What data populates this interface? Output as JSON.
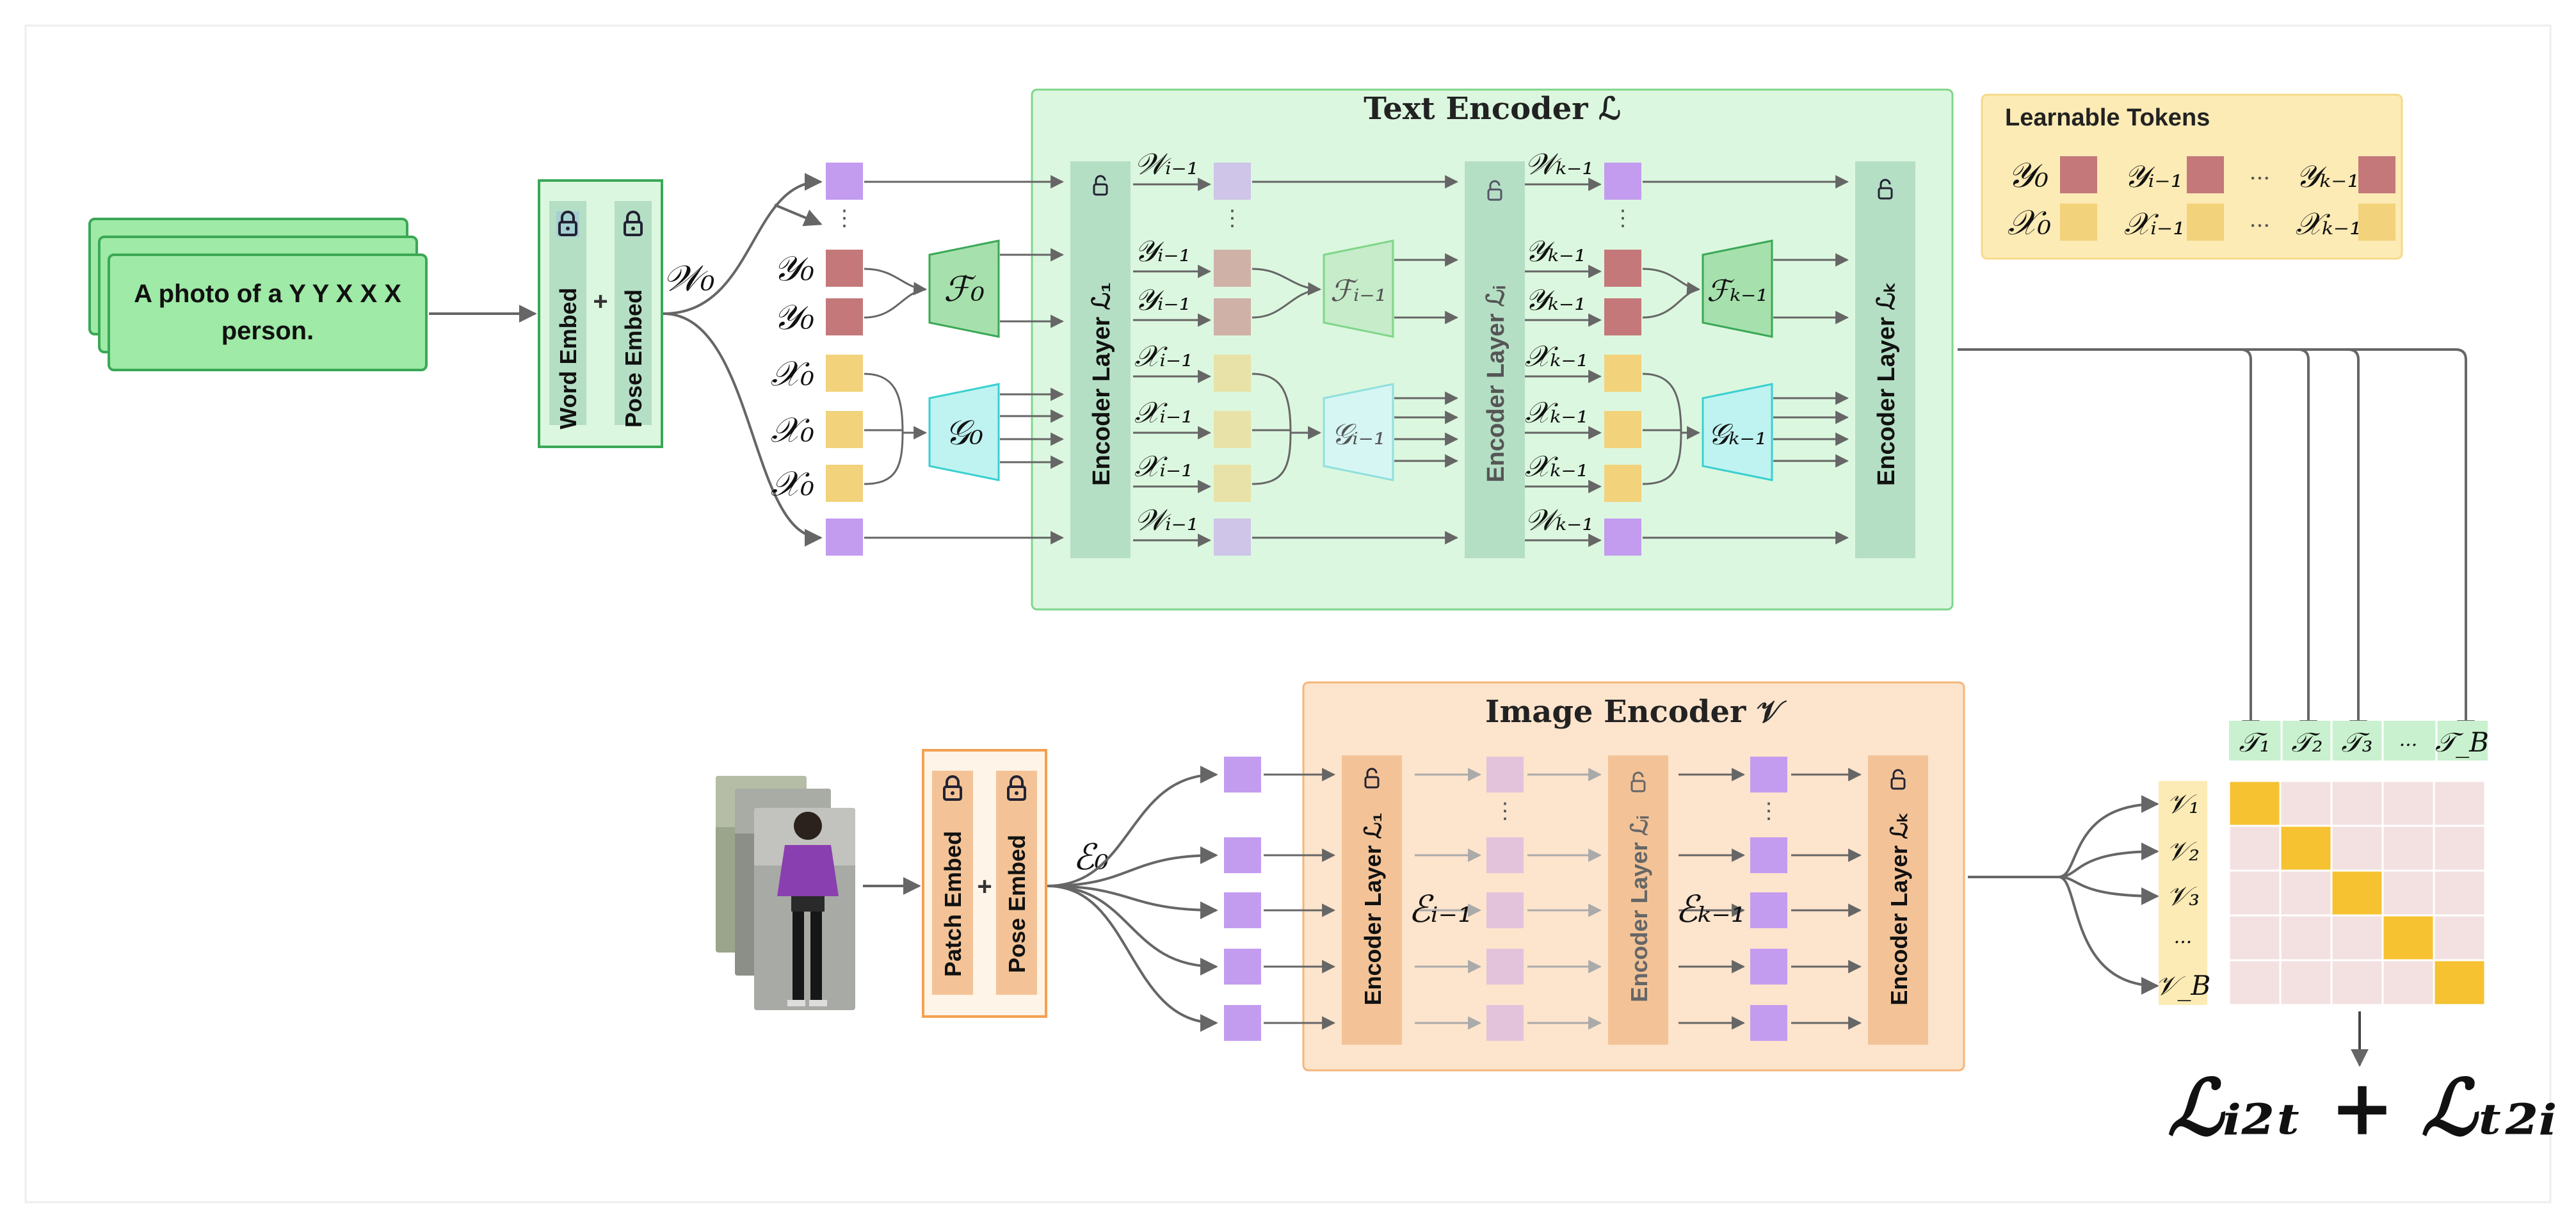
{
  "input_text": {
    "line1": "A photo of a Y Y X X X",
    "line2": "person."
  },
  "text_embed": {
    "word_label": "Word Embed",
    "plus": "+",
    "pose_label": "Pose Embed",
    "output": "𝒲₀"
  },
  "text_encoder": {
    "title": "Text Encoder ℒ",
    "layer_first": "Encoder Layer ℒ₁",
    "layer_mid": "Encoder Layer ℒᵢ",
    "layer_last": "Encoder Layer ℒₖ",
    "stage0": {
      "w": "𝒲₀",
      "y": "𝒴₀",
      "x": "𝒳₀",
      "f": "ℱ₀",
      "g": "𝒢₀"
    },
    "stage_i": {
      "w": "𝒲ᵢ₋₁",
      "y": "𝒴ᵢ₋₁",
      "x": "𝒳ᵢ₋₁",
      "f": "ℱᵢ₋₁",
      "g": "𝒢ᵢ₋₁"
    },
    "stage_k": {
      "w": "𝒲ₖ₋₁",
      "y": "𝒴ₖ₋₁",
      "x": "𝒳ₖ₋₁",
      "f": "ℱₖ₋₁",
      "g": "𝒢ₖ₋₁"
    },
    "vdots": "⋮"
  },
  "learnable_tokens": {
    "title": "Learnable Tokens",
    "y0": "𝒴₀",
    "yi": "𝒴ᵢ₋₁",
    "yk": "𝒴ₖ₋₁",
    "x0": "𝒳₀",
    "xi": "𝒳ᵢ₋₁",
    "xk": "𝒳ₖ₋₁",
    "dots": "···"
  },
  "image_embed": {
    "patch_label": "Patch Embed",
    "plus": "+",
    "pose_label": "Pose Embed",
    "output": "ℰ₀"
  },
  "image_encoder": {
    "title": "Image Encoder 𝒱",
    "layer_first": "Encoder Layer ℒ₁",
    "layer_mid": "Encoder Layer ℒᵢ",
    "layer_last": "Encoder Layer ℒₖ",
    "e_i": "ℰᵢ₋₁",
    "e_k": "ℰₖ₋₁",
    "vdots": "⋮"
  },
  "text_features": [
    "𝒯₁",
    "𝒯₂",
    "𝒯₃",
    "···",
    "𝒯_B"
  ],
  "image_features": [
    "𝒱₁",
    "𝒱₂",
    "𝒱₃",
    "···",
    "𝒱_B"
  ],
  "loss": "ℒᵢ₂ₜ + ℒₜ₂ᵢ",
  "colors": {
    "green_panel": "#dcf7df",
    "green_border": "#7fd68a",
    "green_box": "#9eeaa6",
    "orange_panel": "#fde4cc",
    "orange_border": "#f4b67a",
    "orange_layer": "#f3c397",
    "layer_green": "#b5dfc5",
    "purple": "#c39cf0",
    "red": "#c4787a",
    "yellow": "#f2d27a",
    "teal": "#bff3f1",
    "fgreen": "#a6e0ad",
    "tokens_bg": "#fcebb5",
    "matrix_cell": "#f3e1e1",
    "matrix_diag": "#f6c232",
    "arrow": "#666666"
  }
}
